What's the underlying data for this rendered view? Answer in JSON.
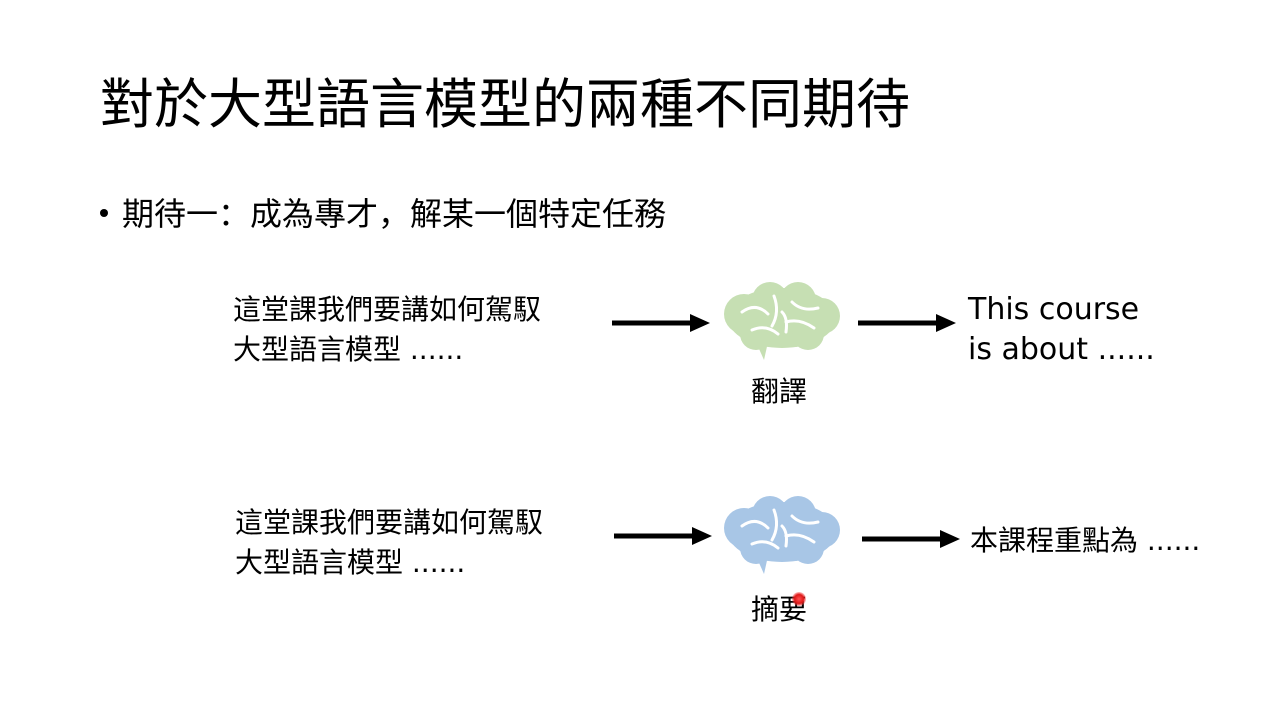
{
  "slide": {
    "title": "對於大型語言模型的兩種不同期待",
    "bullet": "期待一：成為專才，解某一個特定任務"
  },
  "rows": [
    {
      "input_line1": "這堂課我們要講如何駕馭",
      "input_line2": "大型語言模型 ......",
      "task": "翻譯",
      "brain_color": "#c6dfb3",
      "output_line1": "This course",
      "output_line2": "is about ......"
    },
    {
      "input_line1": "這堂課我們要講如何駕馭",
      "input_line2": "大型語言模型 ......",
      "task": "摘要",
      "brain_color": "#a8c6e6",
      "output_line1": "本課程重點為 ......"
    }
  ],
  "icons": {
    "arrow": "right-arrow-icon",
    "brain": "brain-icon",
    "pointer": "laser-pointer-dot"
  }
}
